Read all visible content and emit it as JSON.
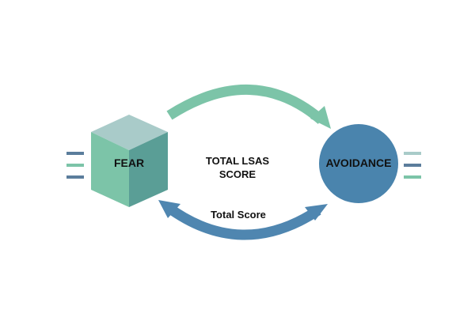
{
  "nodes": {
    "fear": {
      "label": "FEAR"
    },
    "avoidance": {
      "label": "AVOIDANCE"
    }
  },
  "center": {
    "line1": "TOTAL LSAS",
    "line2": "SCORE"
  },
  "bottom_label": "Total Score",
  "colors": {
    "teal": "#7cc4a8",
    "teal_dark": "#5a9e96",
    "teal_top": "#a9cbc9",
    "blue": "#4a84ad",
    "blue_arrow": "#4f86b0",
    "line_slate": "#5b7d9c",
    "line_teal": "#7cc4a8"
  }
}
